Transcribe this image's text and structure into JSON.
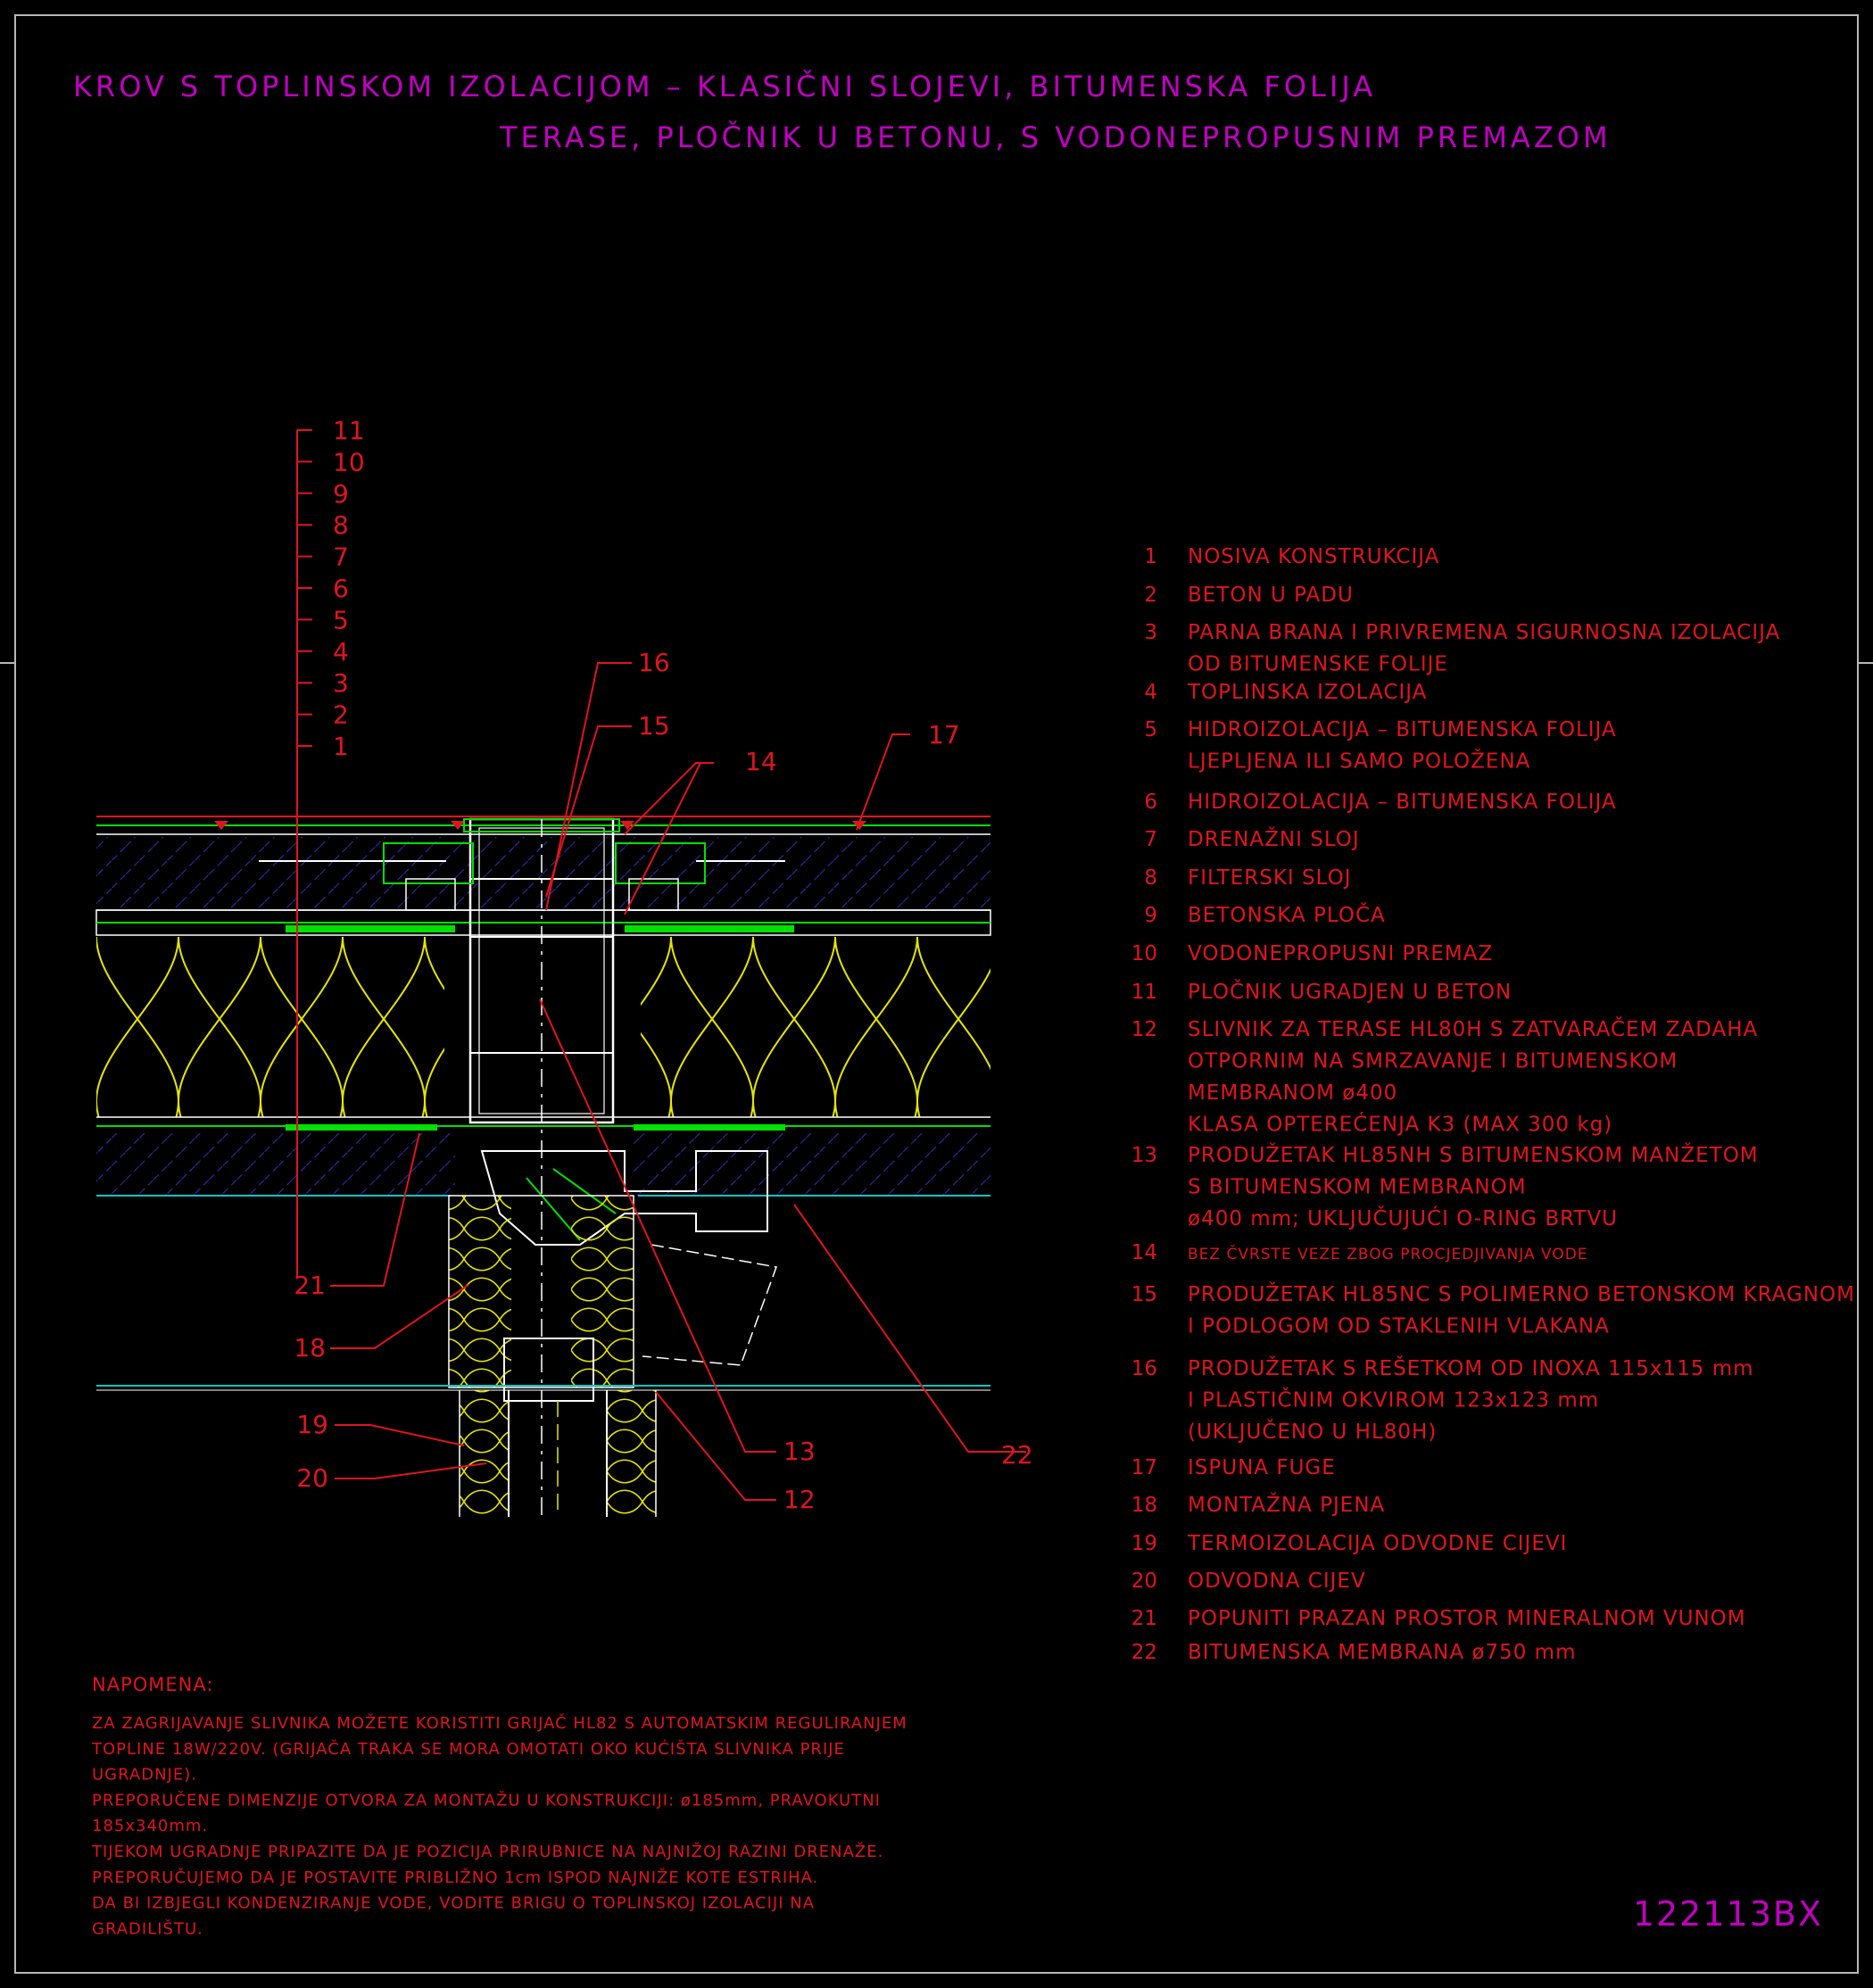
{
  "title": {
    "line1": "KROV S TOPLINSKOM IZOLACIJOM – KLASIČNI SLOJEVI, BITUMENSKA FOLIJA",
    "line2": "TERASE, PLOČNIK U BETONU, S VODONEPROPUSNIM PREMAZOM"
  },
  "layer_ticks": [
    "11",
    "10",
    "9",
    "8",
    "7",
    "6",
    "5",
    "4",
    "3",
    "2",
    "1"
  ],
  "leader_labels": {
    "l16": "16",
    "l15": "15",
    "l14": "14",
    "l17": "17",
    "l21": "21",
    "l18": "18",
    "l19": "19",
    "l20": "20",
    "l13": "13",
    "l12": "12",
    "l22": "22"
  },
  "legend": [
    {
      "num": "1",
      "lines": [
        "NOSIVA KONSTRUKCIJA"
      ]
    },
    {
      "num": "2",
      "lines": [
        "BETON U PADU"
      ]
    },
    {
      "num": "3",
      "lines": [
        "PARNA BRANA I PRIVREMENA SIGURNOSNA IZOLACIJA",
        "OD BITUMENSKE FOLIJE"
      ]
    },
    {
      "num": "4",
      "lines": [
        "TOPLINSKA IZOLACIJA"
      ]
    },
    {
      "num": "5",
      "lines": [
        "HIDROIZOLACIJA – BITUMENSKA FOLIJA",
        "LJEPLJENA ILI SAMO POLOŽENA"
      ]
    },
    {
      "num": "6",
      "lines": [
        "HIDROIZOLACIJA – BITUMENSKA FOLIJA"
      ]
    },
    {
      "num": "7",
      "lines": [
        "DRENAŽNI SLOJ"
      ]
    },
    {
      "num": "8",
      "lines": [
        "FILTERSKI SLOJ"
      ]
    },
    {
      "num": "9",
      "lines": [
        "BETONSKA PLOČA"
      ]
    },
    {
      "num": "10",
      "lines": [
        "VODONEPROPUSNI PREMAZ"
      ]
    },
    {
      "num": "11",
      "lines": [
        "PLOČNIK UGRADJEN U BETON"
      ]
    },
    {
      "num": "12",
      "lines": [
        "SLIVNIK ZA TERASE HL80H S ZATVARAČEM ZADAHA",
        "OTPORNIM NA SMRZAVANJE I BITUMENSKOM",
        "MEMBRANOM ø400",
        "KLASA OPTEREĆENJA K3 (MAX 300 kg)"
      ]
    },
    {
      "num": "13",
      "lines": [
        "PRODUŽETAK HL85NH S BITUMENSKOM MANŽETOM",
        "S BITUMENSKOM MEMBRANOM",
        "ø400 mm; UKLJUČUJUĆI O-RING BRTVU"
      ]
    },
    {
      "num": "14",
      "lines": [
        "BEZ ČVRSTE VEZE ZBOG PROCJEDJIVANJA VODE"
      ]
    },
    {
      "num": "15",
      "lines": [
        "PRODUŽETAK HL85NC S POLIMERNO BETONSKOM KRAGNOM",
        "I PODLOGOM OD STAKLENIH VLAKANA"
      ]
    },
    {
      "num": "16",
      "lines": [
        "PRODUŽETAK S REŠETKOM OD INOXA 115x115 mm",
        "I PLASTIČNIM OKVIROM 123x123 mm",
        "(UKLJUČENO U HL80H)"
      ]
    },
    {
      "num": "17",
      "lines": [
        "ISPUNA FUGE"
      ]
    },
    {
      "num": "18",
      "lines": [
        "MONTAŽNA PJENA"
      ]
    },
    {
      "num": "19",
      "lines": [
        "TERMOIZOLACIJA ODVODNE CIJEVI"
      ]
    },
    {
      "num": "20",
      "lines": [
        "ODVODNA CIJEV"
      ]
    },
    {
      "num": "21",
      "lines": [
        "POPUNITI PRAZAN PROSTOR MINERALNOM VUNOM"
      ]
    },
    {
      "num": "22",
      "lines": [
        "BITUMENSKA MEMBRANA ø750 mm"
      ]
    }
  ],
  "note": {
    "heading": "NAPOMENA:",
    "lines": [
      "ZA ZAGRIJAVANJE SLIVNIKA MOŽETE KORISTITI GRIJAČ HL82 S AUTOMATSKIM REGULIRANJEM",
      "TOPLINE 18W/220V. (GRIJAČA TRAKA SE MORA OMOTATI OKO KUĆIŠTA SLIVNIKA PRIJE",
      "UGRADNJE).",
      "PREPORUČENE DIMENZIJE OTVORA ZA MONTAŽU U KONSTRUKCIJI: ø185mm, PRAVOKUTNI",
      "185x340mm.",
      "TIJEKOM UGRADNJE PRIPAZITE DA JE POZICIJA PRIRUBNICE NA NAJNIŽOJ RAZINI DRENAŽE.",
      "PREPORUČUJEMO DA JE POSTAVITE PRIBLIŽNO 1cm ISPOD NAJNIŽE KOTE ESTRIHA.",
      "DA BI IZBJEGLI KONDENZIRANJE VODE, VODITE BRIGU O TOPLINSKOJ IZOLACIJI NA",
      "GRADILIŠTU."
    ]
  },
  "drawing_code": "122113BX",
  "colors": {
    "title": "#c000c0",
    "annotation": "#e0141e",
    "insulation": "#e6e600",
    "hatch": "#3030c0",
    "membrane": "#00e000",
    "pipe": "#ffffff",
    "line": "#00c8c8"
  }
}
